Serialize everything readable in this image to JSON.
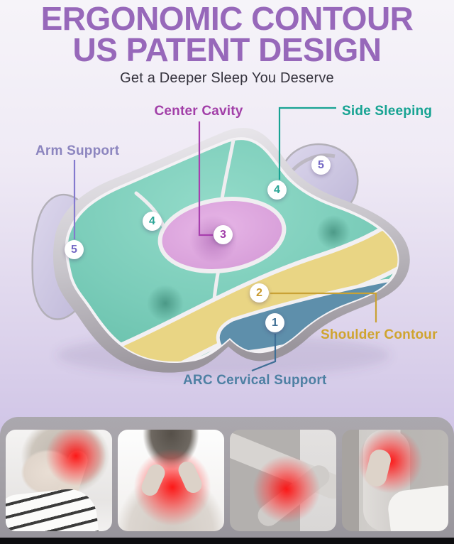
{
  "poster": {
    "title_line1": "ERGONOMIC CONTOUR",
    "title_line2": "US PATENT DESIGN",
    "subtitle": "Get a Deeper Sleep You Deserve"
  },
  "callouts": {
    "center_cavity": {
      "label": "Center Cavity",
      "number": "3",
      "color": "#A23FA8"
    },
    "side_sleeping": {
      "label": "Side Sleeping",
      "number": "4",
      "color": "#16A392"
    },
    "arm_support": {
      "label": "Arm Support",
      "number": "5",
      "color": "#8C85BF"
    },
    "shoulder_contour": {
      "label": "Shoulder Contour",
      "number": "2",
      "color": "#CFA42F"
    },
    "arc_cervical_support": {
      "label": "ARC Cervical Support",
      "number": "1",
      "color": "#4E80A3"
    }
  },
  "pillow_colors": {
    "surface_teal": "#7FCDBB",
    "center_cavity_pink": "#DFA9DF",
    "arm_support_wing_lavender": "#CFC9E4",
    "shoulder_contour_yellow": "#E9D584",
    "cervical_support_blue": "#5E8FAB",
    "rim_silver": "#C9C6CC"
  },
  "theme": {
    "title_color": "#9768BA",
    "subtitle_color": "#34323C",
    "background_top": "#F6F4F9",
    "background_bottom": "#C9BCE2",
    "strip_color": "#A5A2A8"
  },
  "pain_photos": [
    {
      "name": "headache",
      "description": "woman pressing hand to temple, pain highlighted in red"
    },
    {
      "name": "neck-pain",
      "description": "hands gripping back of neck, pain highlighted in red"
    },
    {
      "name": "elbow-pain",
      "description": "hand clutching elbow, pain highlighted in red"
    },
    {
      "name": "shoulder-pain",
      "description": "hand gripping shoulder, pain highlighted in red"
    }
  ]
}
